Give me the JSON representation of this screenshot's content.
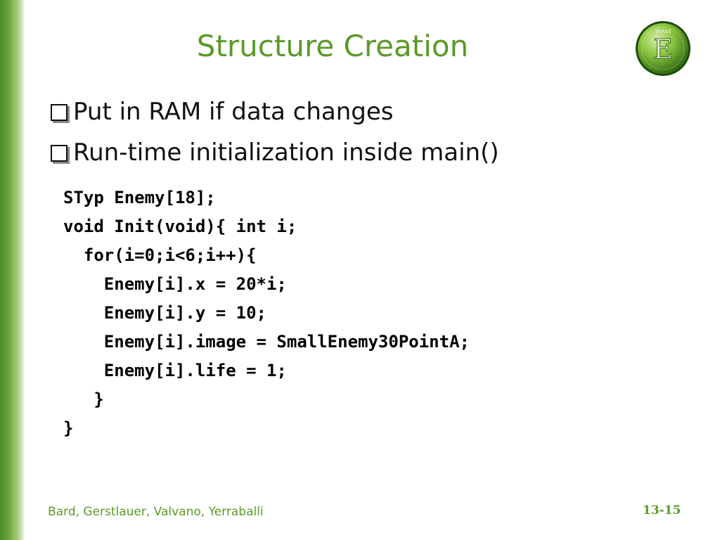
{
  "slide": {
    "title": "Structure Creation",
    "bullets": [
      "Put in RAM if data changes",
      "Run-time initialization inside main()"
    ],
    "code_lines": [
      "STyp Enemy[18];",
      "void Init(void){ int i;",
      "  for(i=0;i<6;i++){",
      "    Enemy[i].x = 20*i;",
      "    Enemy[i].y = 10;",
      "    Enemy[i].image = SmallEnemy30PointA;",
      "    Enemy[i].life = 1;",
      "   }",
      "}"
    ],
    "footer": {
      "authors": "Bard, Gerstlauer, Valvano, Yerraballi",
      "page_number": "13-15"
    },
    "logo": {
      "icon": "texas-e-logo-icon",
      "letter": "E",
      "text": "TEXAS"
    },
    "colors": {
      "accent": "#5a9a28",
      "sidebar": "#4e8a2a"
    }
  }
}
